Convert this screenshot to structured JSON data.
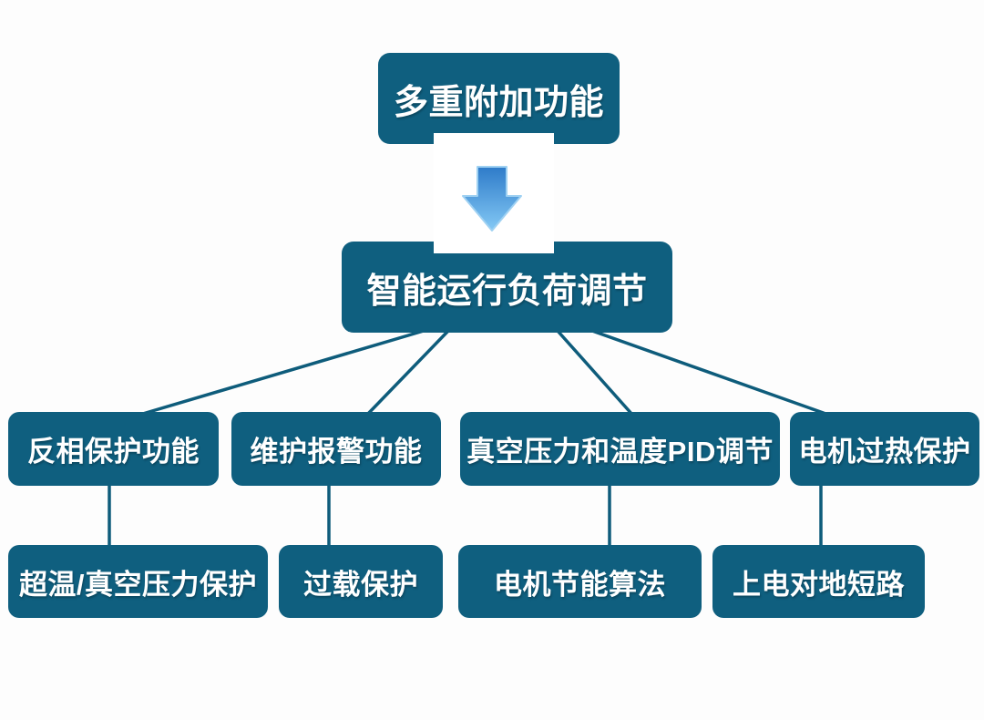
{
  "diagram": {
    "root": {
      "label": "多重附加功能"
    },
    "hub": {
      "label": "智能运行负荷调节"
    },
    "branches": [
      {
        "label": "反相保护功能",
        "leaf": "超温/真空压力保护"
      },
      {
        "label": "维护报警功能",
        "leaf": "过载保护"
      },
      {
        "label": "真空压力和温度PID调节",
        "leaf": "电机节能算法"
      },
      {
        "label": "电机过热保护",
        "leaf": "上电对地短路"
      }
    ],
    "icons": {
      "down_arrow": "down-arrow-icon"
    }
  },
  "colors": {
    "node_fill": "#0F5F7F",
    "connector": "#0E5C7B",
    "node_text": "#FFFFFF",
    "background": "#FDFDFD",
    "arrow_gradient_top": "#2E7BC9",
    "arrow_gradient_bottom": "#84C9F5",
    "arrow_outline": "#9FD1F2"
  }
}
